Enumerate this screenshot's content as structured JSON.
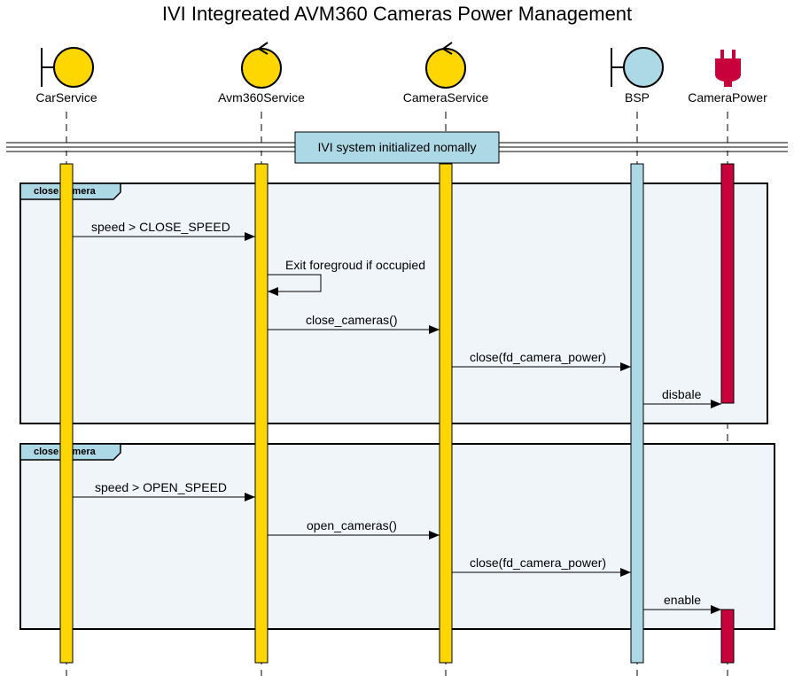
{
  "title": "IVI Integreated AVM360 Cameras Power Management",
  "colors": {
    "yellow": "#FFD700",
    "light_blue": "#ADD8E6",
    "crimson": "#C8003C",
    "frame_fill": "#EFF5F9",
    "black": "#000000"
  },
  "participants": [
    {
      "name": "CarService",
      "shape": "boundary-icon",
      "color": "#FFD700"
    },
    {
      "name": "Avm360Service",
      "shape": "control-icon",
      "color": "#FFD700"
    },
    {
      "name": "CameraService",
      "shape": "control-icon",
      "color": "#FFD700"
    },
    {
      "name": "BSP",
      "shape": "boundary-icon",
      "color": "#ADD8E6"
    },
    {
      "name": "CameraPower",
      "shape": "plug-icon",
      "color": "#C8003C"
    }
  ],
  "divider_note": "IVI system initialized nomally",
  "frames": [
    {
      "label": "close camera"
    },
    {
      "label": "close camera"
    }
  ],
  "messages": [
    {
      "from": "CarService",
      "to": "Avm360Service",
      "label": "speed > CLOSE_SPEED"
    },
    {
      "from": "Avm360Service",
      "to": "Avm360Service",
      "label": "Exit foregroud if occupied"
    },
    {
      "from": "Avm360Service",
      "to": "CameraService",
      "label": "close_cameras()"
    },
    {
      "from": "CameraService",
      "to": "BSP",
      "label": "close(fd_camera_power)"
    },
    {
      "from": "BSP",
      "to": "CameraPower",
      "label": "disbale"
    },
    {
      "from": "CarService",
      "to": "Avm360Service",
      "label": "speed > OPEN_SPEED"
    },
    {
      "from": "Avm360Service",
      "to": "CameraService",
      "label": "open_cameras()"
    },
    {
      "from": "CameraService",
      "to": "BSP",
      "label": "close(fd_camera_power)"
    },
    {
      "from": "BSP",
      "to": "CameraPower",
      "label": "enable"
    }
  ]
}
